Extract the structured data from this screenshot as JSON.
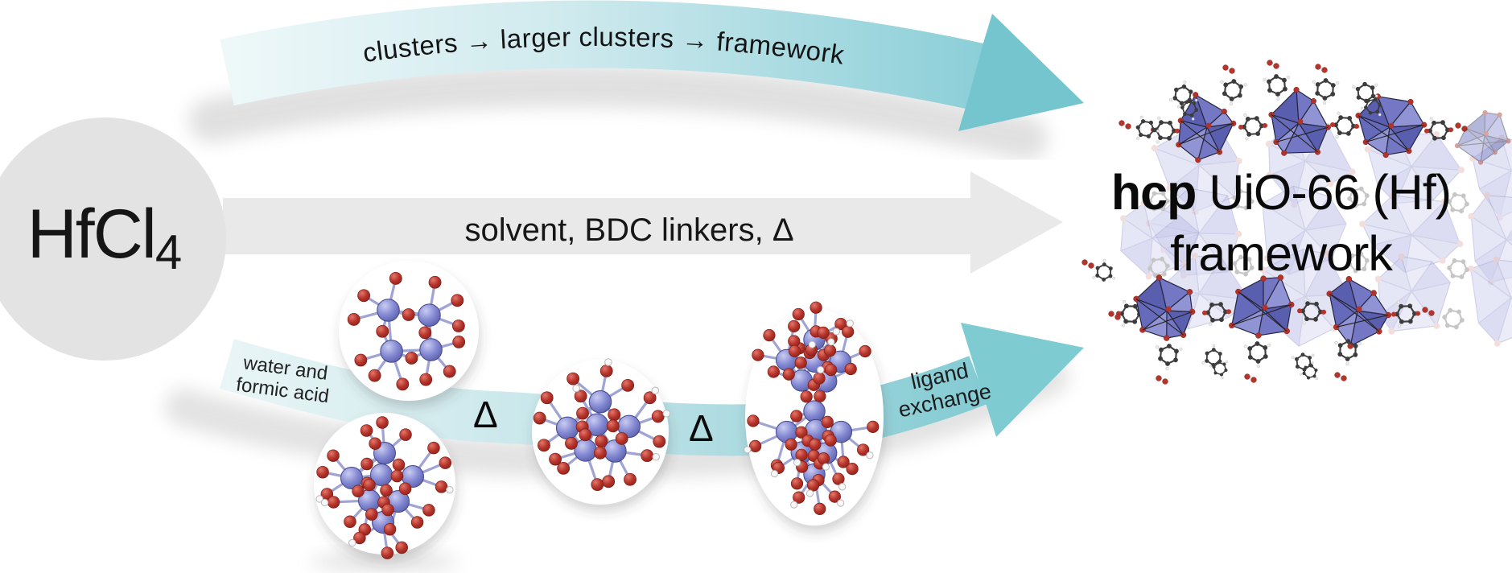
{
  "scheme": {
    "reactant": {
      "formula_main": "HfCl",
      "formula_sub": "4"
    },
    "routes": {
      "top": {
        "label": "clusters → larger clusters → framework"
      },
      "middle": {
        "label": "solvent, BDC linkers, Δ"
      },
      "bottom": {
        "step1_line1": "water and",
        "step1_line2": "formic acid",
        "delta1": "Δ",
        "delta2": "Δ",
        "step2_line1": "ligand",
        "step2_line2": "exchange"
      }
    },
    "product": {
      "name_bold": "hcp",
      "name_rest": " UiO-66 (Hf)",
      "name_line2": "framework"
    }
  },
  "icons": {
    "reactant_shape": "gray-circle",
    "intermediate_1": "hf4-oxo-cluster",
    "intermediate_2": "hf6-oxo-cluster",
    "intermediate_3": "hf6-oxo-cluster",
    "intermediate_4": "hf12-double-cluster",
    "product_image": "mof-framework-structure"
  },
  "colors": {
    "teal_arrowhead": "#74c5ce",
    "teal_band_light": "#eef8f9",
    "teal_band_deep": "#8ccfd8",
    "bottom_band_light": "#e9f5f6",
    "bottom_band_deep": "#84cbd3",
    "gray_arrow": "#e9e9e9",
    "reactant_circle": "#e3e3e3",
    "metal_atom": "#8287d2",
    "oxygen_atom": "#b5342b",
    "polyhedra": "#6e72be",
    "text": "#111111"
  }
}
